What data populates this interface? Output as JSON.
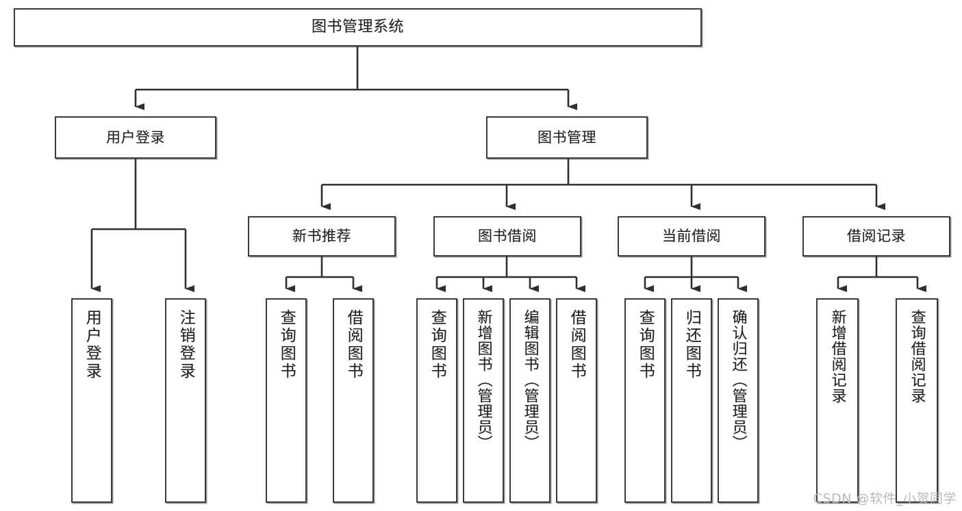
{
  "diagram": {
    "title": "图书管理系统",
    "type": "tree",
    "watermark": "CSDN @软件_小贺同学",
    "colors": {
      "background": "#ffffff",
      "box_border": "#3a3a3a",
      "box_fill": "#ffffff",
      "connector": "#2f2f2f",
      "text": "#1f1f1f",
      "watermark": "#b9b9b9"
    },
    "nodes": {
      "root": {
        "label": "图书管理系统"
      },
      "level2": [
        {
          "label": "用户登录"
        },
        {
          "label": "图书管理"
        }
      ],
      "level3": [
        {
          "label": "新书推荐"
        },
        {
          "label": "图书借阅"
        },
        {
          "label": "当前借阅"
        },
        {
          "label": "借阅记录"
        }
      ],
      "leaves": {
        "user_login": [
          {
            "label": "用户登录"
          },
          {
            "label": "注销登录"
          }
        ],
        "new_book_recommend": [
          {
            "label": "查询图书"
          },
          {
            "label": "借阅图书"
          }
        ],
        "book_borrow": [
          {
            "label": "查询图书"
          },
          {
            "label": "新增图书（管理员）"
          },
          {
            "label": "编辑图书（管理员）"
          },
          {
            "label": "借阅图书"
          }
        ],
        "current_borrow": [
          {
            "label": "查询图书"
          },
          {
            "label": "归还图书"
          },
          {
            "label": "确认归还（管理员）"
          }
        ],
        "borrow_record": [
          {
            "label": "新增借阅记录"
          },
          {
            "label": "查询借阅记录"
          }
        ]
      }
    }
  }
}
